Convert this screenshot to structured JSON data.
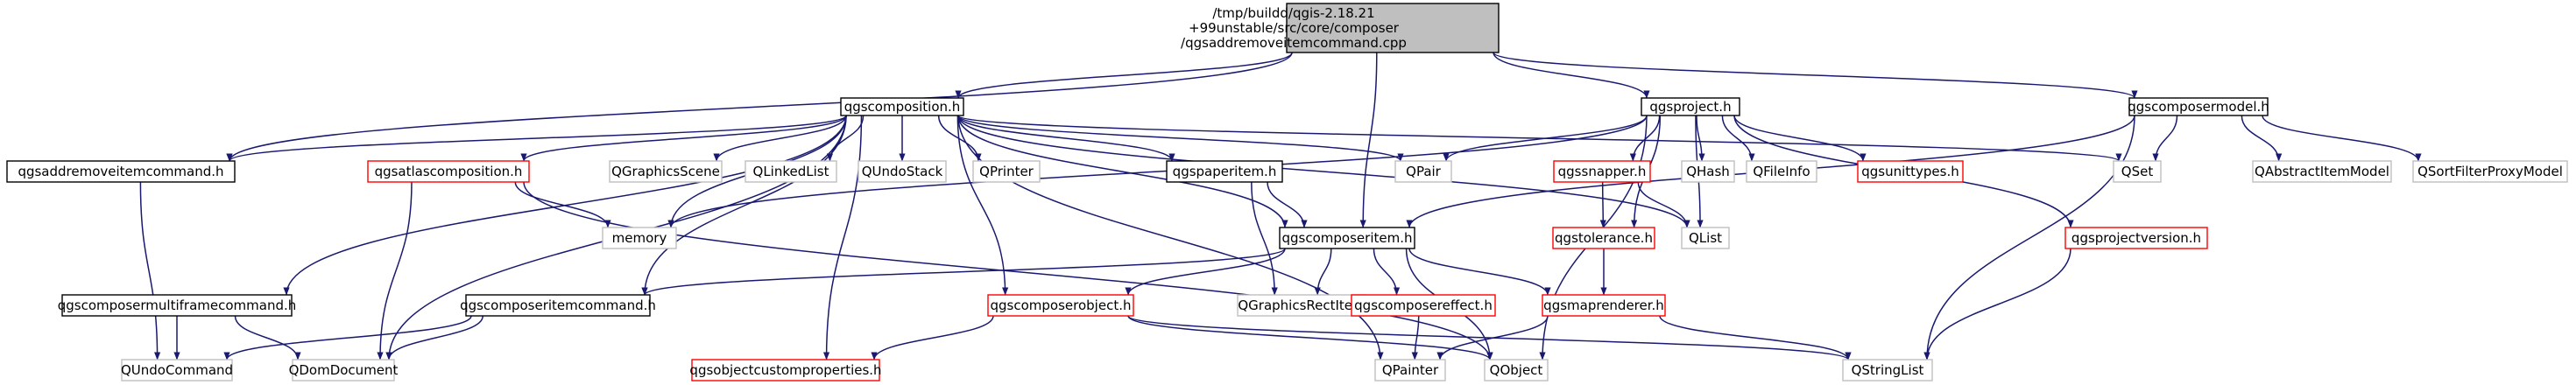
{
  "diagram": {
    "colors": {
      "edge": "#191970",
      "root_fill": "#bfbfbf",
      "border_plain": "#000000",
      "border_incomplete": "#ff0000",
      "border_external": "#bfbfbf",
      "text": "#000000"
    },
    "nodes": [
      {
        "id": "root",
        "lines": [
          "/tmp/buildd/qgis-2.18.21",
          "+99unstable/src/core/composer",
          "/qgsaddremoveitemcommand.cpp"
        ],
        "style": "root"
      },
      {
        "id": "qgscomposition_h",
        "lines": [
          "qgscomposition.h"
        ],
        "style": "plain"
      },
      {
        "id": "qgsproject_h",
        "lines": [
          "qgsproject.h"
        ],
        "style": "plain"
      },
      {
        "id": "qgscomposermodel_h",
        "lines": [
          "qgscomposermodel.h"
        ],
        "style": "plain"
      },
      {
        "id": "qgsaddremoveitemcommand_h",
        "lines": [
          "qgsaddremoveitemcommand.h"
        ],
        "style": "plain"
      },
      {
        "id": "qgsatlascomposition_h",
        "lines": [
          "qgsatlascomposition.h"
        ],
        "style": "incomplete"
      },
      {
        "id": "QGraphicsScene",
        "lines": [
          "QGraphicsScene"
        ],
        "style": "external"
      },
      {
        "id": "QLinkedList",
        "lines": [
          "QLinkedList"
        ],
        "style": "external"
      },
      {
        "id": "QUndoStack",
        "lines": [
          "QUndoStack"
        ],
        "style": "external"
      },
      {
        "id": "QPrinter",
        "lines": [
          "QPrinter"
        ],
        "style": "external"
      },
      {
        "id": "qgspaperitem_h",
        "lines": [
          "qgspaperitem.h"
        ],
        "style": "plain"
      },
      {
        "id": "QPair",
        "lines": [
          "QPair"
        ],
        "style": "external"
      },
      {
        "id": "qgssnapper_h",
        "lines": [
          "qgssnapper.h"
        ],
        "style": "incomplete"
      },
      {
        "id": "QHash",
        "lines": [
          "QHash"
        ],
        "style": "external"
      },
      {
        "id": "QFileInfo",
        "lines": [
          "QFileInfo"
        ],
        "style": "external"
      },
      {
        "id": "qgsunittypes_h",
        "lines": [
          "qgsunittypes.h"
        ],
        "style": "incomplete"
      },
      {
        "id": "QSet",
        "lines": [
          "QSet"
        ],
        "style": "external"
      },
      {
        "id": "QAbstractItemModel",
        "lines": [
          "QAbstractItemModel"
        ],
        "style": "external"
      },
      {
        "id": "QSortFilterProxyModel",
        "lines": [
          "QSortFilterProxyModel"
        ],
        "style": "external"
      },
      {
        "id": "memory",
        "lines": [
          "memory"
        ],
        "style": "external"
      },
      {
        "id": "qgscomposeritem_h",
        "lines": [
          "qgscomposeritem.h"
        ],
        "style": "plain"
      },
      {
        "id": "QList",
        "lines": [
          "QList"
        ],
        "style": "external"
      },
      {
        "id": "qgstolerance_h",
        "lines": [
          "qgstolerance.h"
        ],
        "style": "incomplete"
      },
      {
        "id": "qgsprojectversion_h",
        "lines": [
          "qgsprojectversion.h"
        ],
        "style": "incomplete"
      },
      {
        "id": "qgscomposermultiframecommand_h",
        "lines": [
          "qgscomposermultiframecommand.h"
        ],
        "style": "plain"
      },
      {
        "id": "qgscomposeritemcommand_h",
        "lines": [
          "qgscomposeritemcommand.h"
        ],
        "style": "plain"
      },
      {
        "id": "qgscomposerobject_h",
        "lines": [
          "qgscomposerobject.h"
        ],
        "style": "incomplete"
      },
      {
        "id": "QGraphicsRectItem",
        "lines": [
          "QGraphicsRectItem"
        ],
        "style": "external"
      },
      {
        "id": "qgscomposereffect_h",
        "lines": [
          "qgscomposereffect.h"
        ],
        "style": "incomplete"
      },
      {
        "id": "qgsmaprenderer_h",
        "lines": [
          "qgsmaprenderer.h"
        ],
        "style": "incomplete"
      },
      {
        "id": "QUndoCommand",
        "lines": [
          "QUndoCommand"
        ],
        "style": "external"
      },
      {
        "id": "QDomDocument",
        "lines": [
          "QDomDocument"
        ],
        "style": "external"
      },
      {
        "id": "qgsobjectcustomproperties_h",
        "lines": [
          "qgsobjectcustomproperties.h"
        ],
        "style": "incomplete"
      },
      {
        "id": "QPainter",
        "lines": [
          "QPainter"
        ],
        "style": "external"
      },
      {
        "id": "QObject",
        "lines": [
          "QObject"
        ],
        "style": "external"
      },
      {
        "id": "QStringList",
        "lines": [
          "QStringList"
        ],
        "style": "external"
      }
    ],
    "edges": [
      [
        "root",
        "qgscomposition_h"
      ],
      [
        "root",
        "qgsproject_h"
      ],
      [
        "root",
        "qgscomposermodel_h"
      ],
      [
        "root",
        "qgsaddremoveitemcommand_h"
      ],
      [
        "root",
        "qgscomposeritem_h"
      ],
      [
        "qgscomposition_h",
        "qgsaddremoveitemcommand_h"
      ],
      [
        "qgscomposition_h",
        "qgsatlascomposition_h"
      ],
      [
        "qgscomposition_h",
        "QGraphicsScene"
      ],
      [
        "qgscomposition_h",
        "QLinkedList"
      ],
      [
        "qgscomposition_h",
        "QUndoStack"
      ],
      [
        "qgscomposition_h",
        "QPrinter"
      ],
      [
        "qgscomposition_h",
        "qgspaperitem_h"
      ],
      [
        "qgscomposition_h",
        "QPair"
      ],
      [
        "qgscomposition_h",
        "QSet"
      ],
      [
        "qgscomposition_h",
        "memory"
      ],
      [
        "qgscomposition_h",
        "qgscomposeritem_h"
      ],
      [
        "qgscomposition_h",
        "QList"
      ],
      [
        "qgscomposition_h",
        "qgscomposermultiframecommand_h"
      ],
      [
        "qgscomposition_h",
        "qgscomposeritemcommand_h"
      ],
      [
        "qgscomposition_h",
        "qgscomposerobject_h"
      ],
      [
        "qgscomposition_h",
        "QDomDocument"
      ],
      [
        "qgscomposition_h",
        "qgsobjectcustomproperties_h"
      ],
      [
        "qgscomposition_h",
        "QPainter"
      ],
      [
        "qgsproject_h",
        "QPair"
      ],
      [
        "qgsproject_h",
        "qgssnapper_h"
      ],
      [
        "qgsproject_h",
        "QHash"
      ],
      [
        "qgsproject_h",
        "QFileInfo"
      ],
      [
        "qgsproject_h",
        "qgsunittypes_h"
      ],
      [
        "qgsproject_h",
        "memory"
      ],
      [
        "qgsproject_h",
        "qgstolerance_h"
      ],
      [
        "qgsproject_h",
        "qgsprojectversion_h"
      ],
      [
        "qgsproject_h",
        "QList"
      ],
      [
        "qgsproject_h",
        "QObject"
      ],
      [
        "qgscomposermodel_h",
        "QSet"
      ],
      [
        "qgscomposermodel_h",
        "QAbstractItemModel"
      ],
      [
        "qgscomposermodel_h",
        "QSortFilterProxyModel"
      ],
      [
        "qgscomposermodel_h",
        "qgscomposeritem_h"
      ],
      [
        "qgscomposermodel_h",
        "QStringList"
      ],
      [
        "qgsaddremoveitemcommand_h",
        "QUndoCommand"
      ],
      [
        "qgsatlascomposition_h",
        "memory"
      ],
      [
        "qgsatlascomposition_h",
        "QDomDocument"
      ],
      [
        "qgsatlascomposition_h",
        "QObject"
      ],
      [
        "qgspaperitem_h",
        "qgscomposeritem_h"
      ],
      [
        "qgspaperitem_h",
        "QGraphicsRectItem"
      ],
      [
        "qgssnapper_h",
        "qgstolerance_h"
      ],
      [
        "qgssnapper_h",
        "QList"
      ],
      [
        "qgscomposeritem_h",
        "qgscomposeritemcommand_h"
      ],
      [
        "qgscomposeritem_h",
        "qgscomposerobject_h"
      ],
      [
        "qgscomposeritem_h",
        "QGraphicsRectItem"
      ],
      [
        "qgscomposeritem_h",
        "qgscomposereffect_h"
      ],
      [
        "qgscomposeritem_h",
        "qgsmaprenderer_h"
      ],
      [
        "qgscomposeritem_h",
        "QObject"
      ],
      [
        "qgstolerance_h",
        "qgsmaprenderer_h"
      ],
      [
        "qgsprojectversion_h",
        "QStringList"
      ],
      [
        "qgscomposermultiframecommand_h",
        "QUndoCommand"
      ],
      [
        "qgscomposermultiframecommand_h",
        "QDomDocument"
      ],
      [
        "qgscomposeritemcommand_h",
        "QUndoCommand"
      ],
      [
        "qgscomposeritemcommand_h",
        "QDomDocument"
      ],
      [
        "qgscomposerobject_h",
        "qgsobjectcustomproperties_h"
      ],
      [
        "qgscomposerobject_h",
        "QObject"
      ],
      [
        "qgscomposerobject_h",
        "QStringList"
      ],
      [
        "qgscomposereffect_h",
        "QPainter"
      ],
      [
        "qgsmaprenderer_h",
        "QPainter"
      ],
      [
        "qgsmaprenderer_h",
        "QStringList"
      ]
    ]
  }
}
